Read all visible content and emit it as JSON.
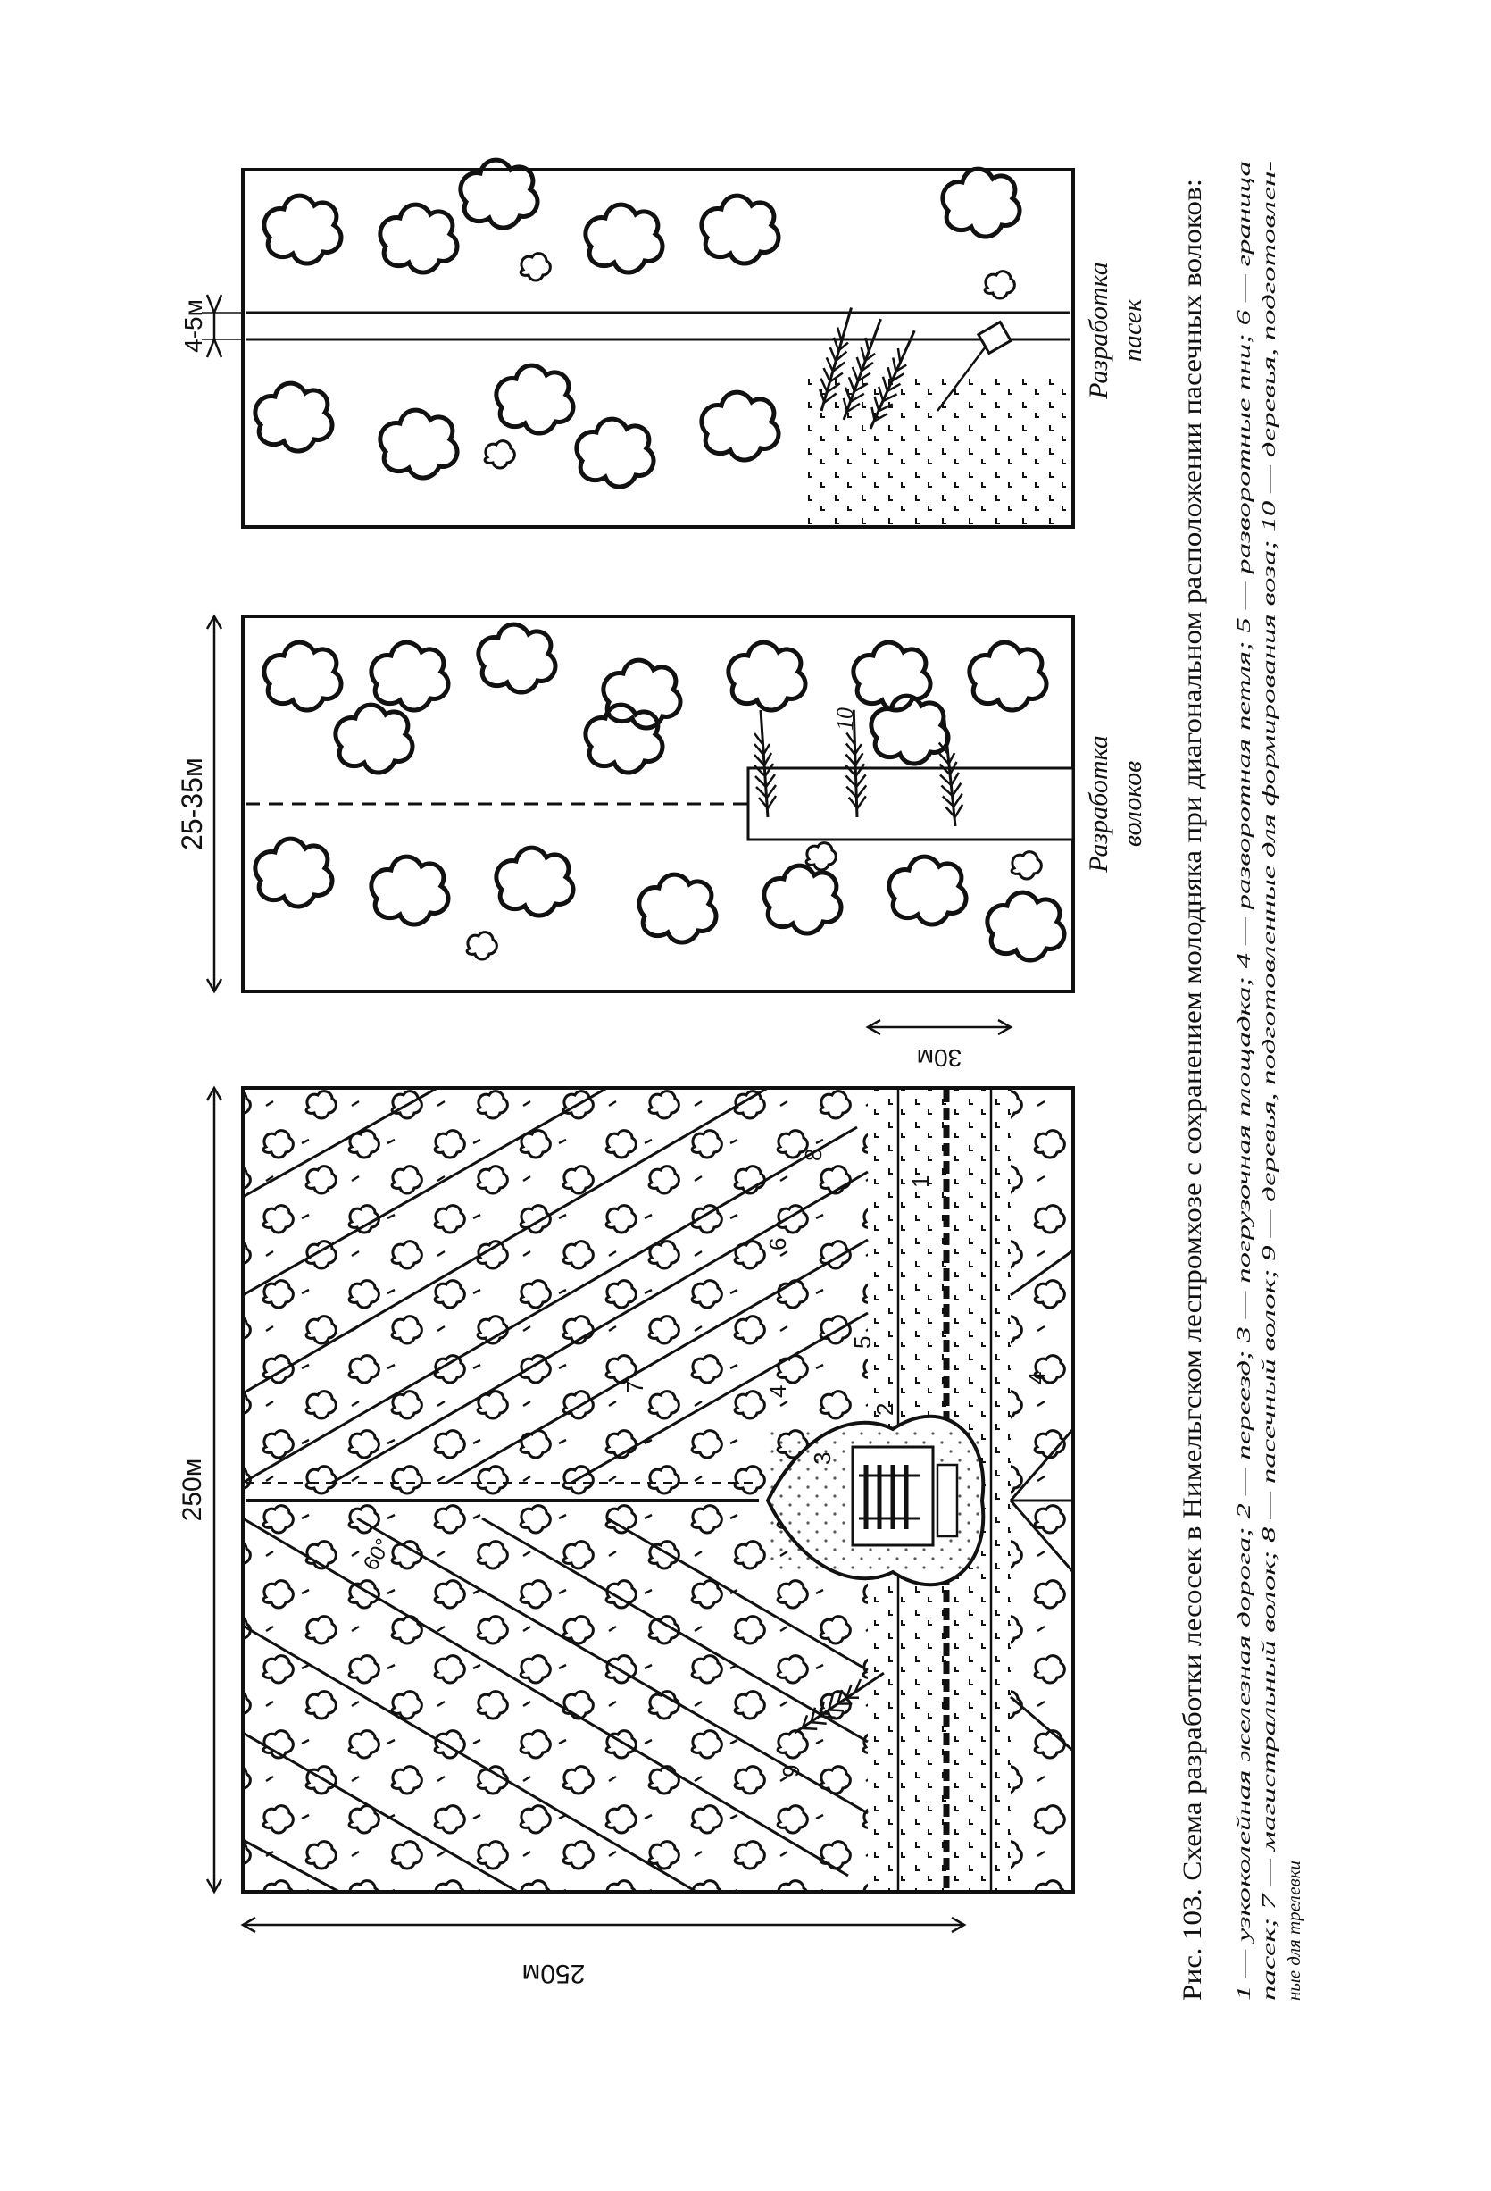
{
  "figure": {
    "caption_title": "Рис. 103. Схема разработки лесосек в Нимельгском леспромхозе с сохранением молодняка при диагональном расположении пасечных волоков:",
    "legend_line1": "1 — узкоколейная железная дорога; 2 — переезд; 3 — погрузочная площадка; 4 — разворотная петля; 5 — разворотные пни; 6 — граница",
    "legend_line2": "пасек; 7 — магистральный волок; 8 — пасечный волок; 9 — деревья, подготовленные для формирования воза; 10 — деревья, подготовлен-",
    "legend_line3": "ные для трелевки"
  },
  "main_scheme": {
    "dim_width": "250м",
    "dim_height": "250м",
    "dim_strip": "30м",
    "angle": "60°",
    "callouts": [
      "1",
      "2",
      "3",
      "4",
      "5",
      "6",
      "7",
      "8",
      "9",
      "4"
    ]
  },
  "skid_panel": {
    "dim": "25-35м",
    "number": "10",
    "label_line1": "Разработка",
    "label_line2": "волоков"
  },
  "strip_panel": {
    "dim": "4-5м",
    "label_line1": "Разработка",
    "label_line2": "пасек"
  }
}
